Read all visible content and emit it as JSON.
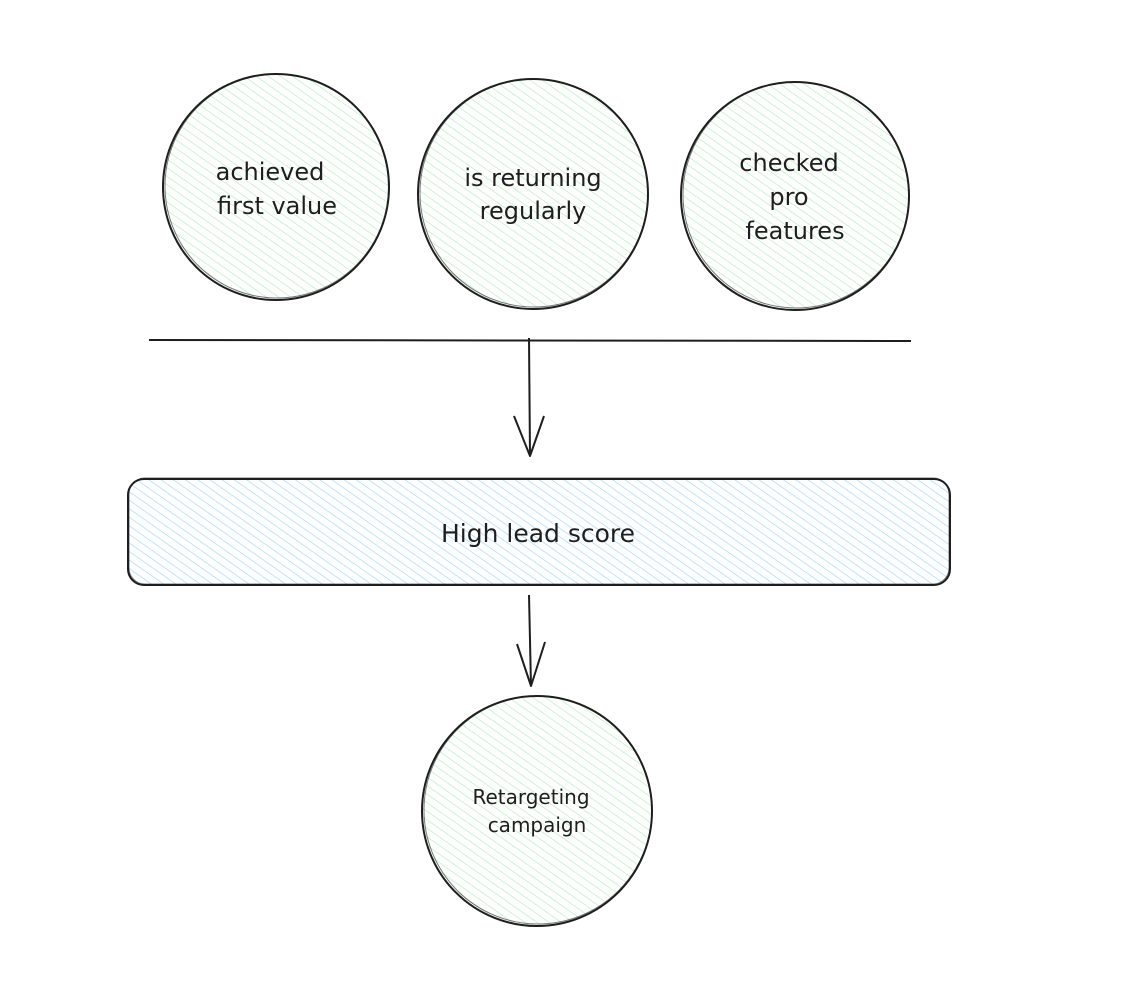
{
  "diagram": {
    "signals": [
      {
        "lines": [
          "achieved",
          "first value"
        ]
      },
      {
        "lines": [
          "is returning",
          "regularly"
        ]
      },
      {
        "lines": [
          "checked",
          "pro",
          "features"
        ]
      }
    ],
    "score": {
      "label": "High lead score"
    },
    "outcome": {
      "lines": [
        "Retargeting",
        "campaign"
      ]
    }
  },
  "colors": {
    "stroke": "#1e1e1e",
    "green_fill": "#b2f2bb",
    "blue_fill": "#a5d8ff"
  }
}
